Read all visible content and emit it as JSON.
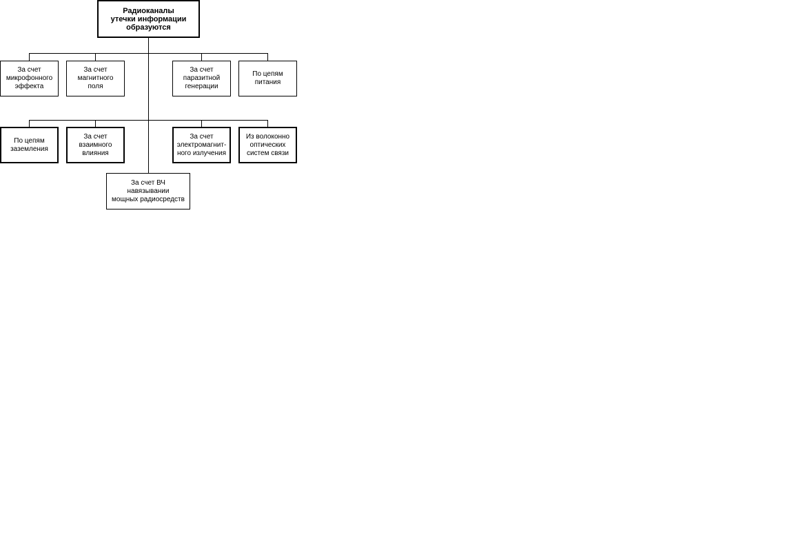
{
  "diagram": {
    "root": "Радиоканалы\nутечки информации\nобразуются",
    "row1": [
      "За счет\nмикрофонного\nэффекта",
      "За счет\nмагнитного\nполя",
      "За счет\nпаразитной\nгенерации",
      "По цепям\nпитания"
    ],
    "row2": [
      "По цепям\nзаземления",
      "За счет\nвзаимного\nвлияния",
      "За счет\nэлектромагнит-\nного излучения",
      "Из волоконно\nоптических\nсистем связи"
    ],
    "bottom": "За счет ВЧ\nнавязывании\nмощных радиосредств"
  }
}
